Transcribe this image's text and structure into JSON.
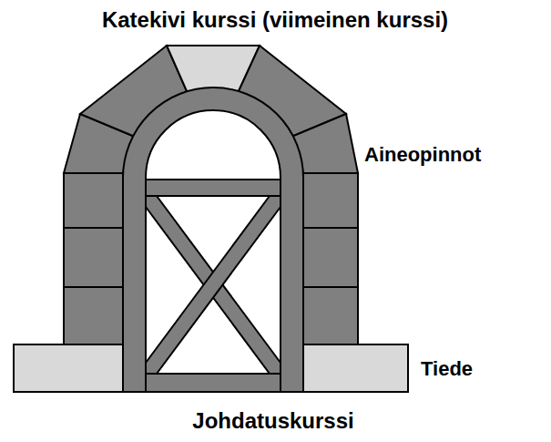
{
  "diagram": {
    "labels": [
      "Katekivi kurssi (viimeinen kurssi)",
      "Aineopinnot",
      "Tiede",
      "Johdatuskurssi"
    ]
  }
}
